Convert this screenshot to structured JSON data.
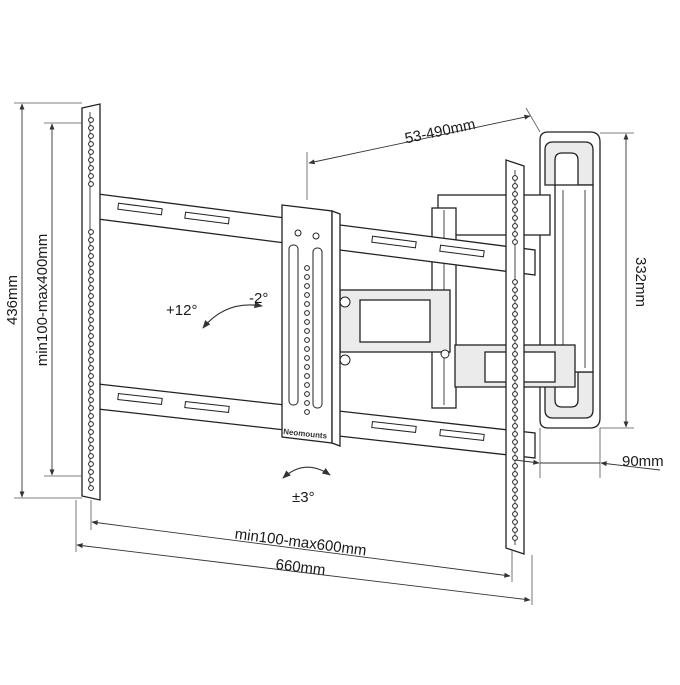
{
  "dimensions": {
    "total_height": "436mm",
    "vesa_vertical": "min100-max400mm",
    "arm_extension": "53-490mm",
    "wall_plate_height": "332mm",
    "wall_plate_depth": "90mm",
    "vesa_horizontal": "min100-max600mm",
    "total_width": "660mm"
  },
  "rotation": {
    "tilt_up": "+12°",
    "tilt_down": "-2°",
    "swivel": "±3°"
  },
  "brand": "Neomounts",
  "colors": {
    "line": "#222222",
    "fill_gray": "#ebebeb",
    "background": "#ffffff"
  }
}
